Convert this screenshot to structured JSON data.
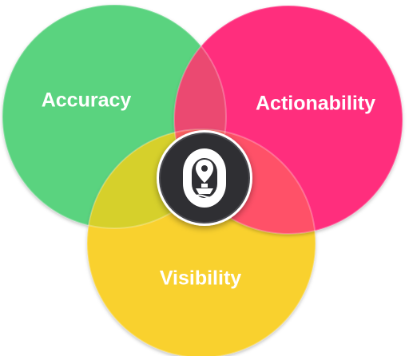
{
  "diagram": {
    "circles": [
      {
        "key": "accuracy",
        "label": "Accuracy",
        "color": "#5ad37f"
      },
      {
        "key": "actionability",
        "label": "Actionability",
        "color": "#ff2f7d"
      },
      {
        "key": "visibility",
        "label": "Visibility",
        "color": "#f9d12e"
      }
    ],
    "center": {
      "icon": "location-pin-ship-icon",
      "ring_color": "#2f2f33",
      "emblem_color": "#ffffff"
    },
    "overlap_colors": {
      "accuracy_actionability": "#e84e6f",
      "accuracy_visibility": "#d2cf2b",
      "actionability_visibility": "#ff5566"
    }
  }
}
